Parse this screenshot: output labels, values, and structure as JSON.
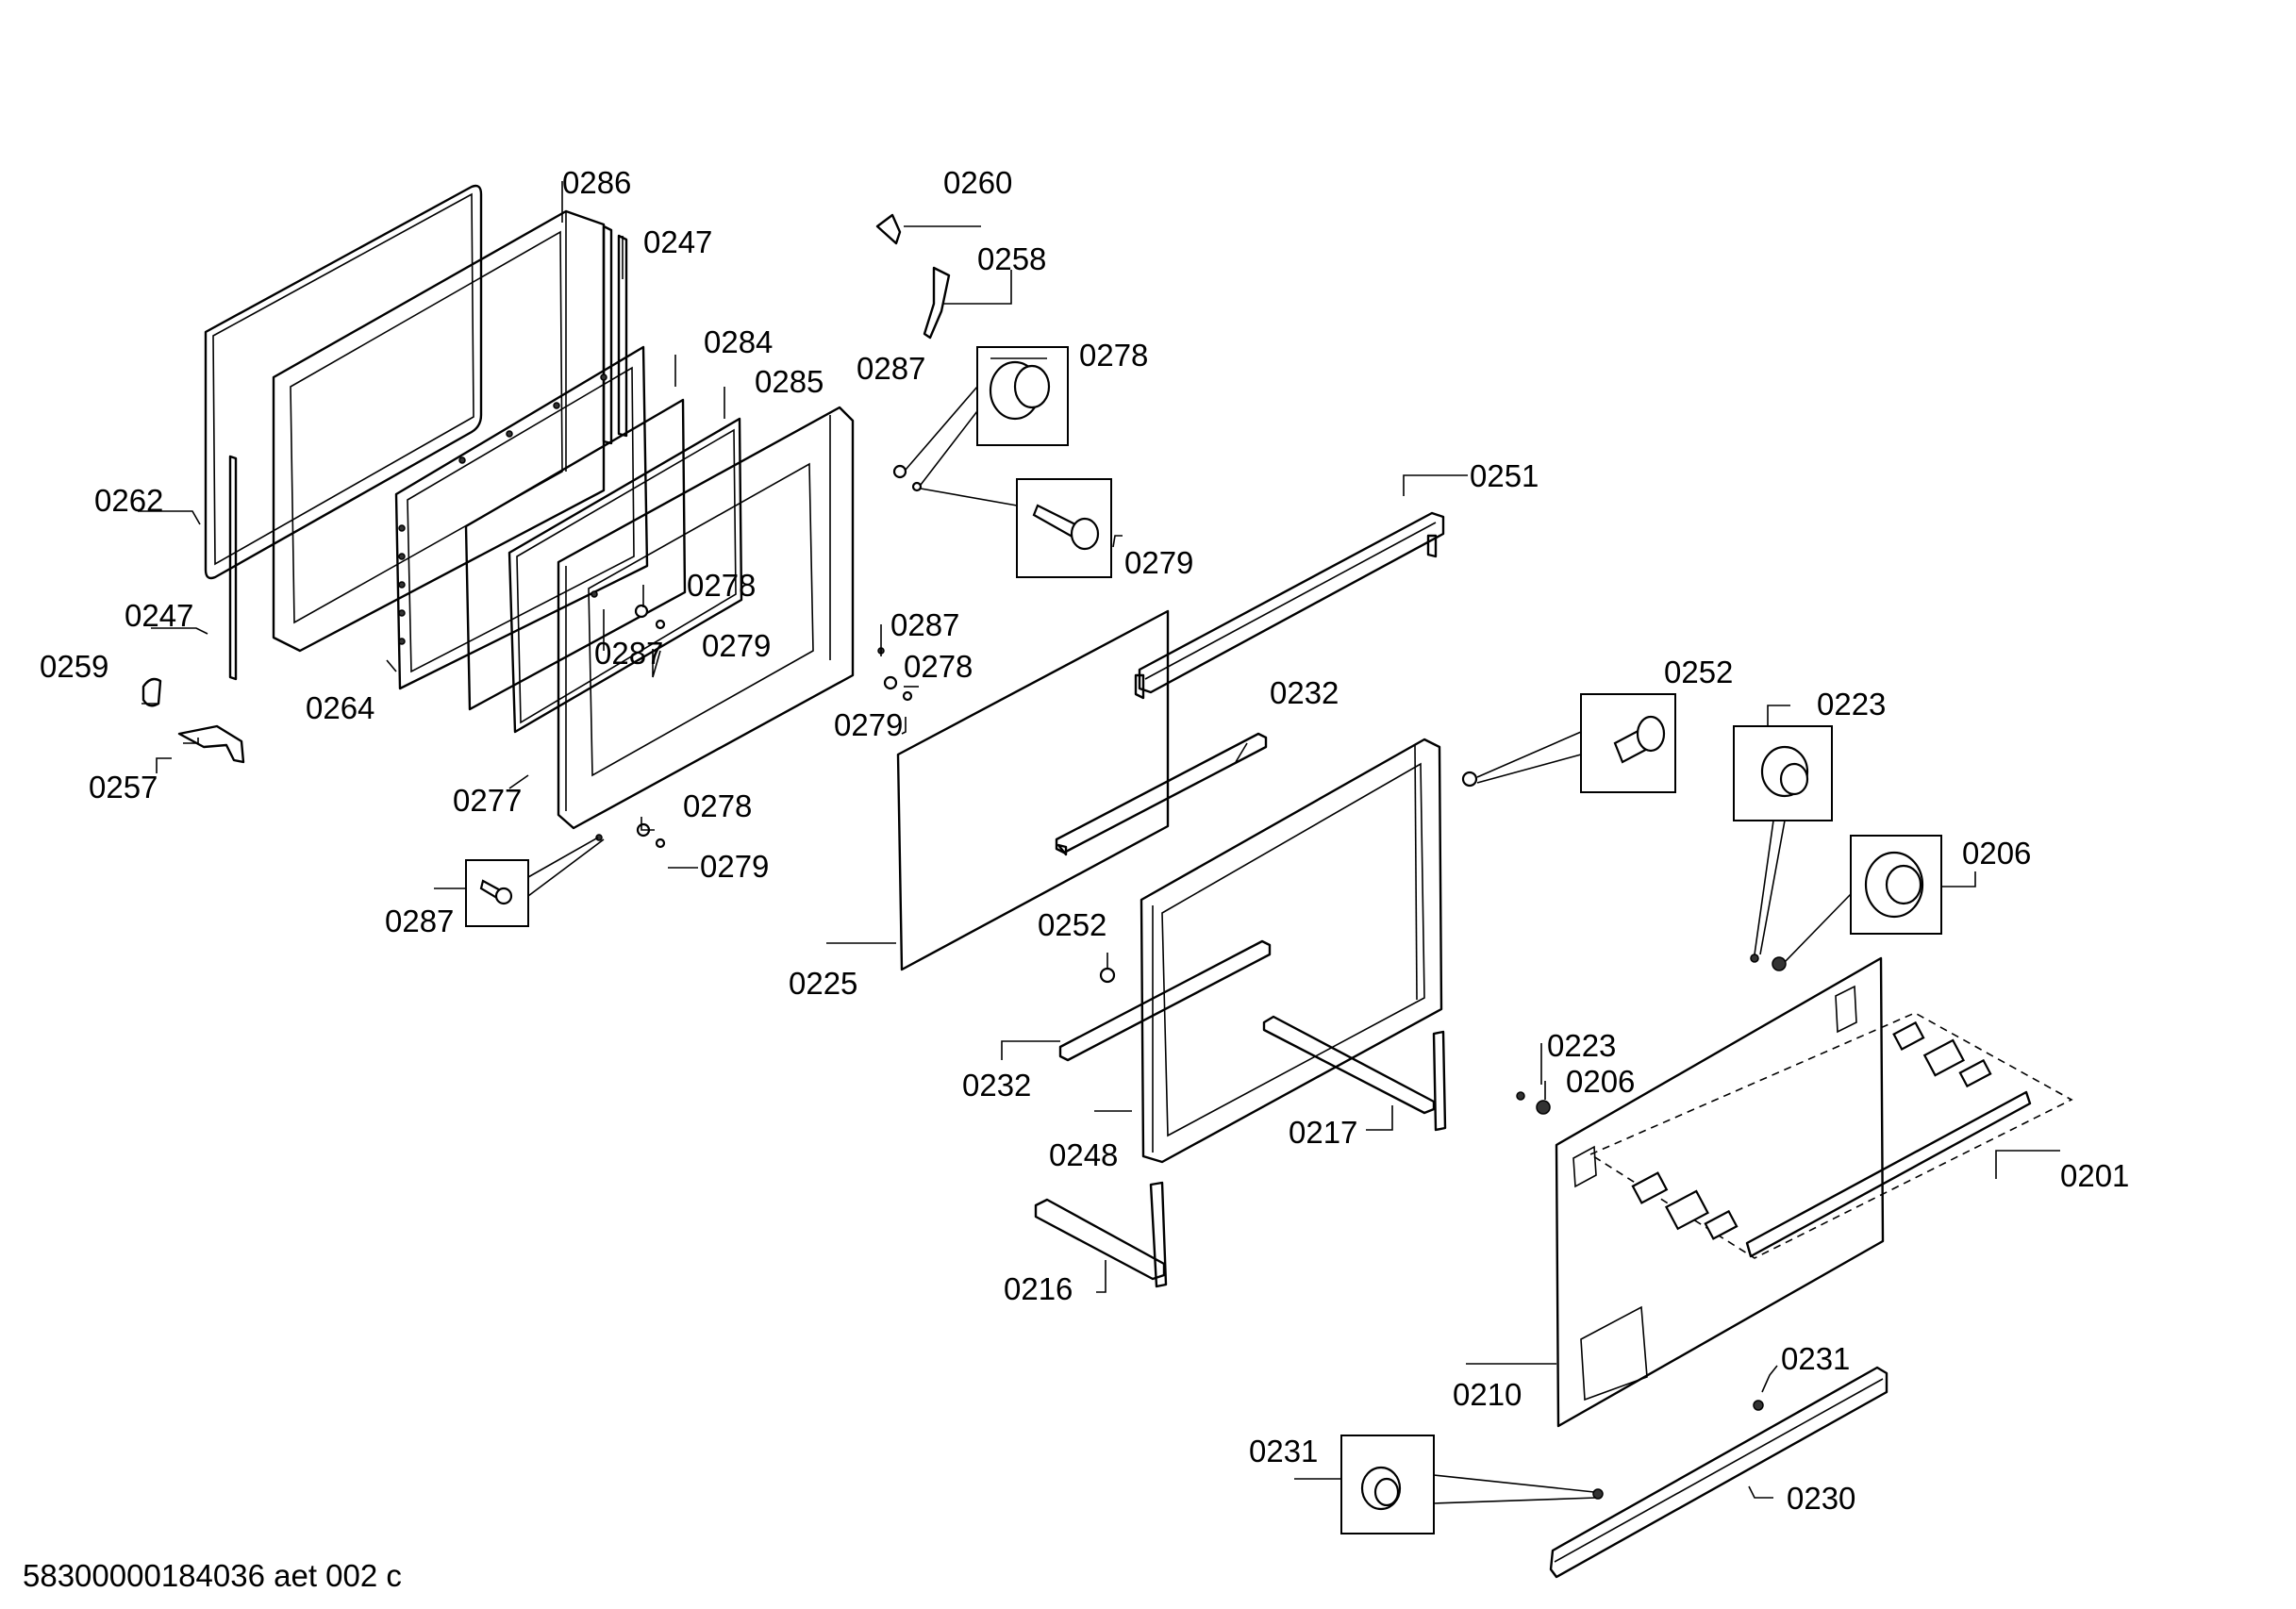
{
  "document_id": "58300000184036 aet 002 c",
  "labels": {
    "l0286": "0286",
    "l0247a": "0247",
    "l0260": "0260",
    "l0258": "0258",
    "l0284": "0284",
    "l0285": "0285",
    "l0278a": "0278",
    "l0287a": "0287",
    "l0262": "0262",
    "l0279a": "0279",
    "l0251": "0251",
    "l0278b": "0278",
    "l0247b": "0247",
    "l0287b": "0287",
    "l0279b": "0279",
    "l0287c": "0287",
    "l0278c": "0278",
    "l0259": "0259",
    "l0264": "0264",
    "l0279c": "0279",
    "l0252a": "0252",
    "l0232a": "0232",
    "l0223a": "0223",
    "l0257": "0257",
    "l0277": "0277",
    "l0278d": "0278",
    "l0279d": "0279",
    "l0206a": "0206",
    "l0287d": "0287",
    "l0252b": "0252",
    "l0225": "0225",
    "l0223b": "0223",
    "l0206b": "0206",
    "l0232b": "0232",
    "l0248": "0248",
    "l0217": "0217",
    "l0201": "0201",
    "l0216": "0216",
    "l0231a": "0231",
    "l0210": "0210",
    "l0231b": "0231",
    "l0230": "0230"
  }
}
